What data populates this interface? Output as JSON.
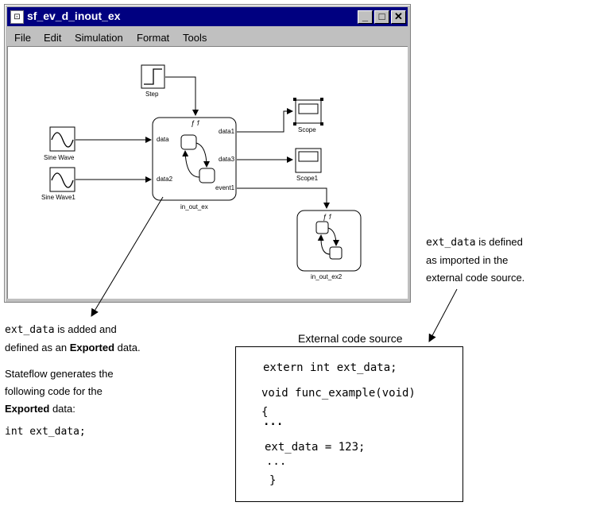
{
  "window": {
    "title": "sf_ev_d_inout_ex",
    "controls": [
      "_",
      "□",
      "✕"
    ]
  },
  "menu": [
    {
      "label": "File"
    },
    {
      "label": "Edit"
    },
    {
      "label": "Simulation"
    },
    {
      "label": "Format"
    },
    {
      "label": "Tools"
    }
  ],
  "blocks": {
    "step": "Step",
    "sine1": "Sine Wave",
    "sine2": "Sine Wave1",
    "chart1": "in_out_ex",
    "chart2": "in_out_ex2",
    "scope1": "Scope",
    "scope2": "Scope1",
    "port_data": "data",
    "port_data2": "data2",
    "port_data1": "data1",
    "port_data3": "data3",
    "port_event1": "event1"
  },
  "annotations": {
    "left_code_name": "ext_data",
    "left_rest1": " is added and",
    "left_line2": "defined as an ",
    "left_exported": "Exported",
    "left_line2_end": " data.",
    "sf_line1": "Stateflow generates the",
    "sf_line2": "following code for the",
    "sf_exported": "Exported",
    "sf_line3_end": " data:",
    "sf_code": "int ext_data;",
    "right_code_name": "ext_data",
    "right_rest1": " is defined",
    "right_line2": "as imported in the",
    "right_line3": "external code source.",
    "box_title": "External code source"
  },
  "code_box": {
    "line1": "extern int ext_data;",
    "line2": "void func_example(void)",
    "line3": "{",
    "line4": "...",
    "line5": "ext_data = 123;",
    "line6": "...",
    "line7": "}"
  }
}
